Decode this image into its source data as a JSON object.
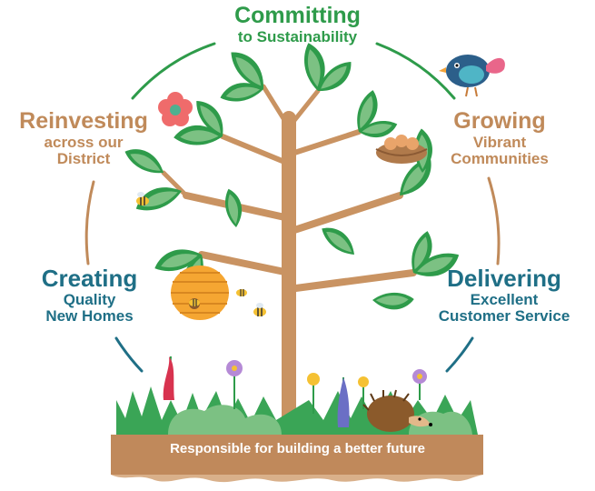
{
  "labels": {
    "top": {
      "main": "Committing",
      "sub": "to Sustainability"
    },
    "top_left": {
      "main": "Reinvesting",
      "sub1": "across our",
      "sub2": "District"
    },
    "top_right": {
      "main": "Growing",
      "sub1": "Vibrant",
      "sub2": "Communities"
    },
    "bottom_left": {
      "main": "Creating",
      "sub1": "Quality",
      "sub2": "New Homes"
    },
    "bottom_right": {
      "main": "Delivering",
      "sub1": "Excellent",
      "sub2": "Customer Service"
    }
  },
  "banner": {
    "text": "Responsible for building a better future"
  },
  "colors": {
    "green": "#2e9b4a",
    "leaf_dark": "#2e9b4a",
    "leaf_light": "#7cc183",
    "brown": "#c08a5a",
    "trunk": "#c99362",
    "teal": "#1f6f86",
    "soil": "#c0895b"
  },
  "icons": [
    "bird-icon",
    "flower-icon",
    "nest-icon",
    "beehive-icon",
    "bee-icon",
    "hedgehog-icon",
    "grass-icon"
  ]
}
